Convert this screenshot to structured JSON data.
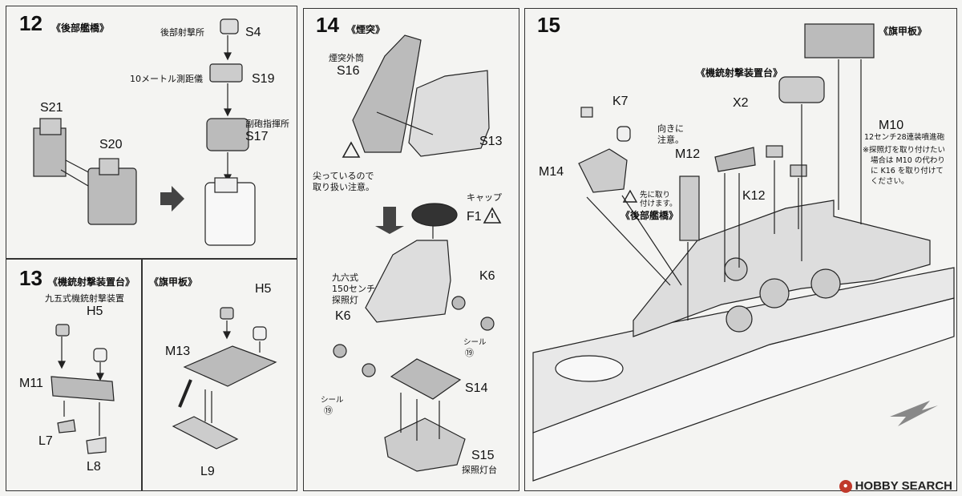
{
  "steps": {
    "s12": {
      "number": "12",
      "title": "《後部艦橋》"
    },
    "s13": {
      "number": "13",
      "title": "《機銃射撃装置台》",
      "title2": "《旗甲板》"
    },
    "s14": {
      "number": "14",
      "title": "《煙突》"
    },
    "s15": {
      "number": "15",
      "title_flag": "《旗甲板》",
      "title_mg": "《機銃射撃装置台》"
    }
  },
  "labels12": {
    "s4_desc": "後部射撃所",
    "s4": "S4",
    "s19_desc": "10メートル測距儀",
    "s19": "S19",
    "s17_desc": "副砲指揮所",
    "s17": "S17",
    "s21": "S21",
    "s20": "S20"
  },
  "labels13": {
    "m11_desc": "九五式機銃射撃装置",
    "h5a": "H5",
    "m11": "M11",
    "l7": "L7",
    "l8": "L8",
    "h5b": "H5",
    "m13": "M13",
    "l9": "L9"
  },
  "labels14": {
    "s16_desc": "煙突外筒",
    "s16": "S16",
    "s13": "S13",
    "caution1": "尖っているので",
    "caution2": "取り扱い注意。",
    "cap_desc": "キャップ",
    "f1": "F1",
    "light_desc1": "九六式",
    "light_desc2": "150センチ",
    "light_desc3": "探照灯",
    "k6a": "K6",
    "k6b": "K6",
    "seal": "シール",
    "seal_no": "⑲",
    "s14": "S14",
    "s15": "S15",
    "s15_desc": "探照灯台"
  },
  "labels15": {
    "k7": "K7",
    "m14": "M14",
    "x2": "X2",
    "m12": "M12",
    "k12": "K12",
    "m10": "M10",
    "orient1": "向きに",
    "orient2": "注意。",
    "first1": "先に取り",
    "first2": "付けます。",
    "rear_bridge": "《後部艦橋》",
    "m10_desc": "12センチ28連装噴進砲",
    "m10_note1": "※探照灯を取り付けたい",
    "m10_note2": "場合は M10 の代わり",
    "m10_note3": "に K16 を取り付けて",
    "m10_note4": "ください。"
  },
  "watermark": "HOBBY SEARCH",
  "watermark_badge": "●"
}
